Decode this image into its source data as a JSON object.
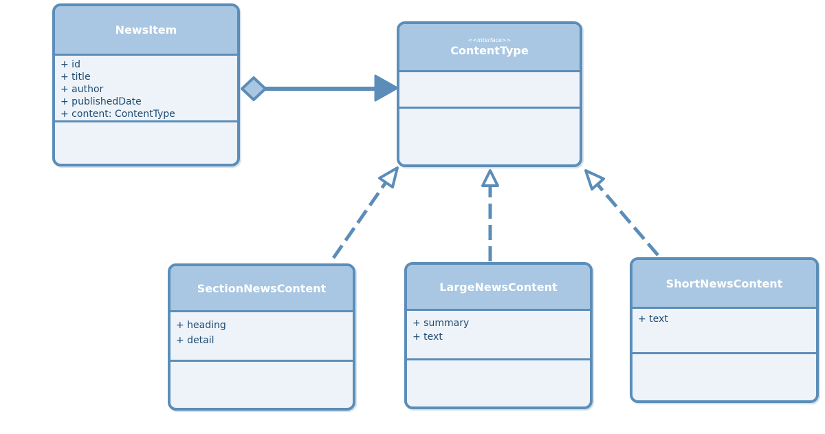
{
  "classes": {
    "news_item": {
      "name": "NewsItem",
      "attributes": [
        "+ id",
        "+ title",
        "+ author",
        "+ publishedDate",
        "+ content: ContentType"
      ]
    },
    "content_type": {
      "stereotype": "<<Interface>>",
      "name": "ContentType",
      "attributes": []
    },
    "section_news_content": {
      "name": "SectionNewsContent",
      "attributes": [
        "+ heading",
        "+ detail"
      ]
    },
    "large_news_content": {
      "name": "LargeNewsContent",
      "attributes": [
        "+ summary",
        "+ text"
      ]
    },
    "short_news_content": {
      "name": "ShortNewsContent",
      "attributes": [
        "+ text"
      ]
    }
  },
  "relationships": [
    {
      "type": "composition",
      "from": "NewsItem",
      "to": "ContentType"
    },
    {
      "type": "realization",
      "from": "SectionNewsContent",
      "to": "ContentType"
    },
    {
      "type": "realization",
      "from": "LargeNewsContent",
      "to": "ContentType"
    },
    {
      "type": "realization",
      "from": "ShortNewsContent",
      "to": "ContentType"
    }
  ],
  "colors": {
    "border": "#5b8db8",
    "header": "#a9c7e2",
    "body": "#edf3f8",
    "text": "#1e4a73"
  }
}
